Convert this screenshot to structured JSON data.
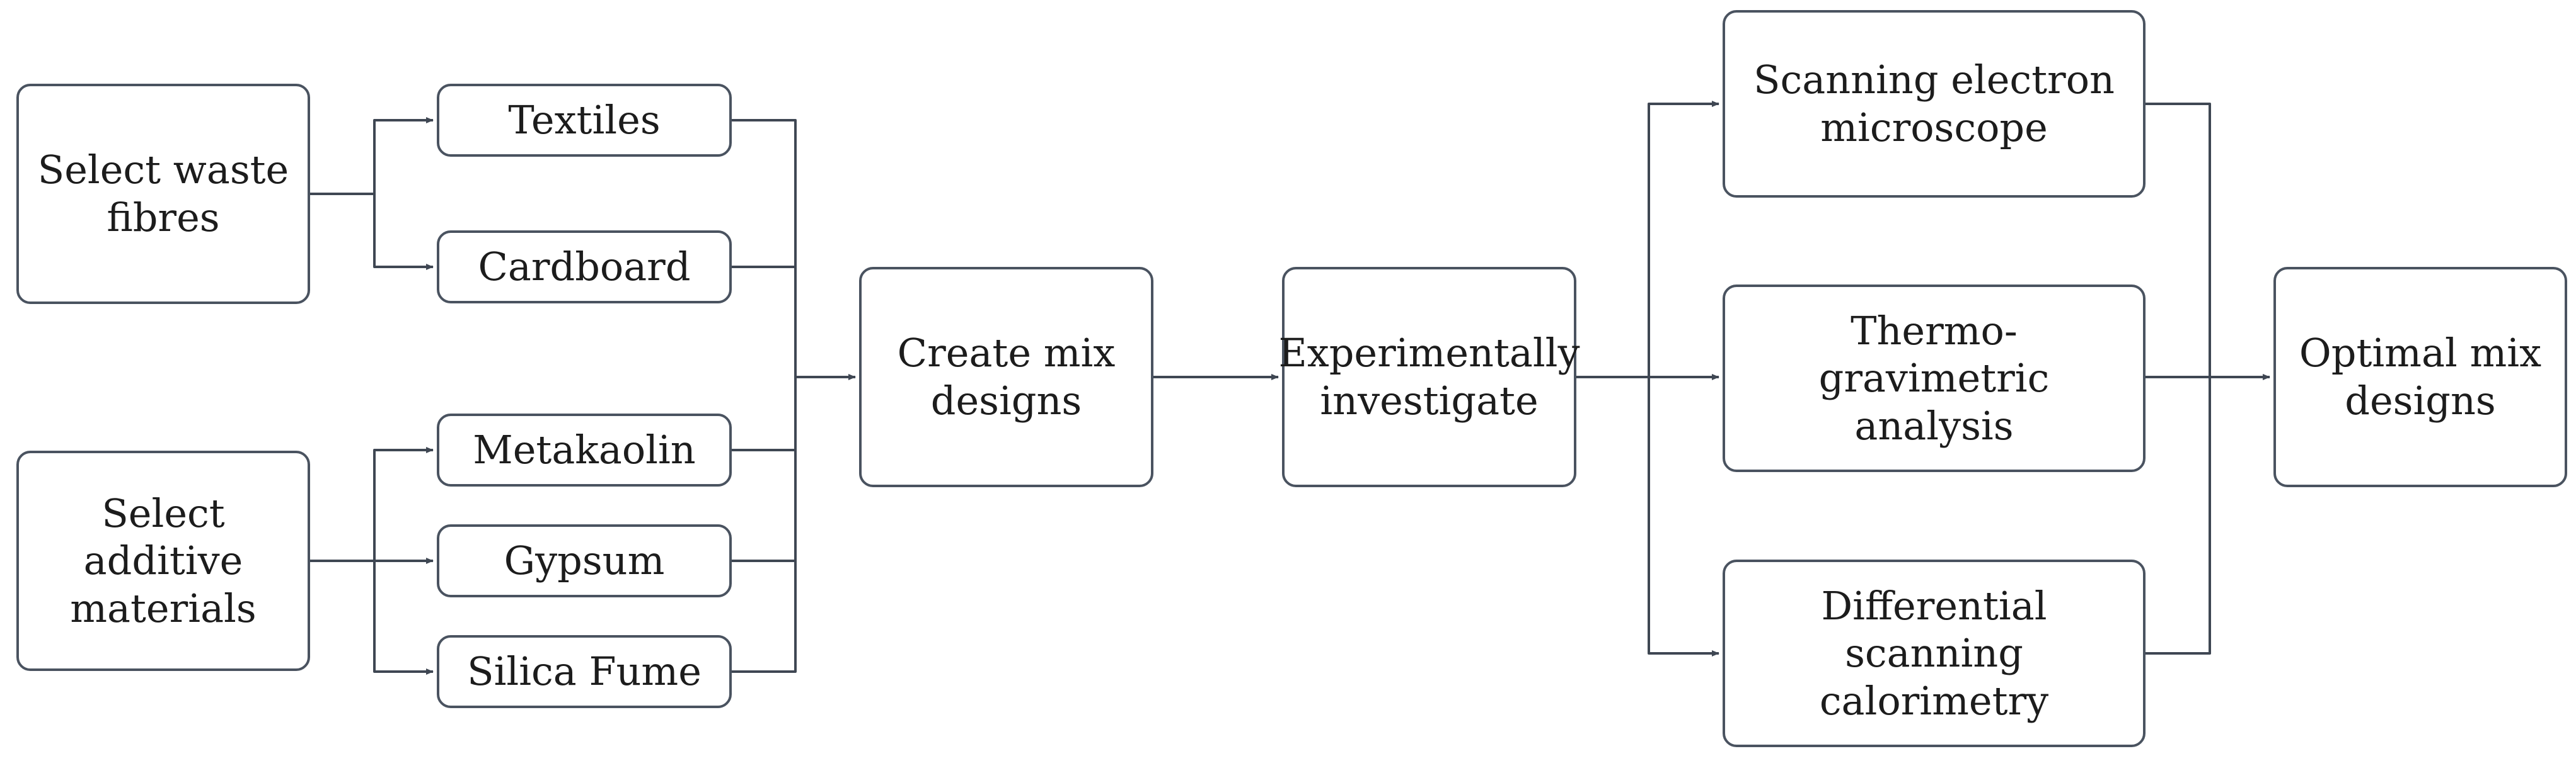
{
  "diagram": {
    "nodes": [
      {
        "id": "select-waste-fibres",
        "label": "Select waste\nfibres"
      },
      {
        "id": "select-additive-materials",
        "label": "Select\nadditive\nmaterials"
      },
      {
        "id": "textiles",
        "label": "Textiles"
      },
      {
        "id": "cardboard",
        "label": "Cardboard"
      },
      {
        "id": "metakaolin",
        "label": "Metakaolin"
      },
      {
        "id": "gypsum",
        "label": "Gypsum"
      },
      {
        "id": "silica-fume",
        "label": "Silica Fume"
      },
      {
        "id": "create-mix-designs",
        "label": "Create mix\ndesigns"
      },
      {
        "id": "experimentally-investigate",
        "label": "Experimentally\ninvestigate"
      },
      {
        "id": "scanning-electron-microscope",
        "label": "Scanning electron\nmicroscope"
      },
      {
        "id": "thermogravimetric-analysis",
        "label": "Thermo-\ngravimetric\nanalysis"
      },
      {
        "id": "differential-scanning-calorimetry",
        "label": "Differential\nscanning\ncalorimetry"
      },
      {
        "id": "optimal-mix-designs",
        "label": "Optimal mix\ndesigns"
      }
    ],
    "edges": [
      {
        "from": "select-waste-fibres",
        "to": "textiles"
      },
      {
        "from": "select-waste-fibres",
        "to": "cardboard"
      },
      {
        "from": "select-additive-materials",
        "to": "metakaolin"
      },
      {
        "from": "select-additive-materials",
        "to": "gypsum"
      },
      {
        "from": "select-additive-materials",
        "to": "silica-fume"
      },
      {
        "from": "textiles",
        "to": "create-mix-designs"
      },
      {
        "from": "cardboard",
        "to": "create-mix-designs"
      },
      {
        "from": "metakaolin",
        "to": "create-mix-designs"
      },
      {
        "from": "gypsum",
        "to": "create-mix-designs"
      },
      {
        "from": "silica-fume",
        "to": "create-mix-designs"
      },
      {
        "from": "create-mix-designs",
        "to": "experimentally-investigate"
      },
      {
        "from": "experimentally-investigate",
        "to": "scanning-electron-microscope"
      },
      {
        "from": "experimentally-investigate",
        "to": "thermogravimetric-analysis"
      },
      {
        "from": "experimentally-investigate",
        "to": "differential-scanning-calorimetry"
      },
      {
        "from": "scanning-electron-microscope",
        "to": "optimal-mix-designs"
      },
      {
        "from": "thermogravimetric-analysis",
        "to": "optimal-mix-designs"
      },
      {
        "from": "differential-scanning-calorimetry",
        "to": "optimal-mix-designs"
      }
    ]
  }
}
